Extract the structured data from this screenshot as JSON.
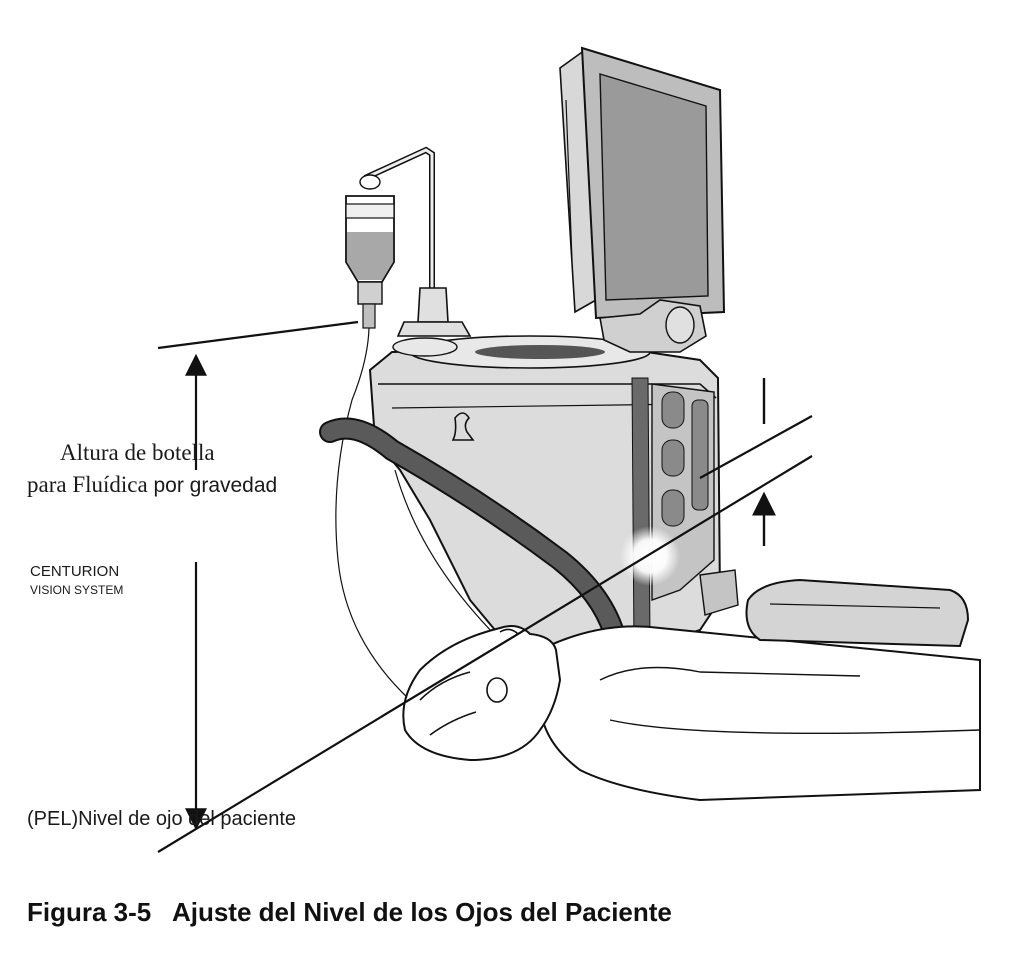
{
  "labels": {
    "bottle_height_line1": "Altura de botella",
    "bottle_height_line2_serif": "para Fluídica ",
    "bottle_height_line2_sans": "por gravedad",
    "system_name": "CENTURION",
    "system_subtitle": "VISION SYSTEM",
    "patient_eye_level": "(PEL)Nivel de ojo del paciente"
  },
  "caption": "Figura 3-5   Ajuste del Nivel de los Ojos del Paciente",
  "colors": {
    "line": "#111111",
    "console_body": "#dcdcdc",
    "console_shade": "#c4c4c4",
    "tube": "#5a5a5a",
    "screen": "#9a9a9a",
    "glow": "#ffffff",
    "patient": "#ffffff"
  }
}
